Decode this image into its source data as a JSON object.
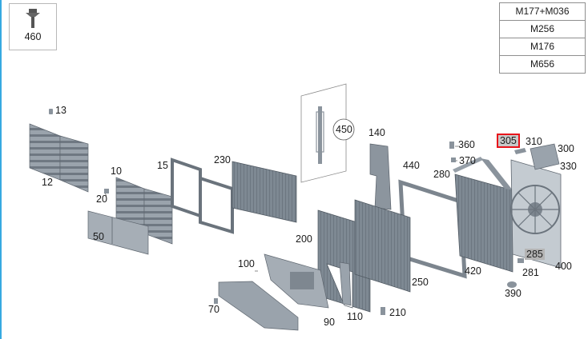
{
  "inset": {
    "part_number": "460",
    "icon": "screw-clip-icon"
  },
  "engine_variants": [
    "M177+M036",
    "M256",
    "M176",
    "M656"
  ],
  "callouts": {
    "c13": "13",
    "c12": "12",
    "c10": "10",
    "c20": "20",
    "c50": "50",
    "c15": "15",
    "c230": "230",
    "c450": "450",
    "c140": "140",
    "c360": "360",
    "c370": "370",
    "c280": "280",
    "c440": "440",
    "c305": "305",
    "c310": "310",
    "c300": "300",
    "c330": "330",
    "c200": "200",
    "c250": "250",
    "c420": "420",
    "c285": "285",
    "c281": "281",
    "c400": "400",
    "c390": "390",
    "c100": "100",
    "c70": "70",
    "c90": "90",
    "c110": "110",
    "c210": "210"
  },
  "colors": {
    "part_fill": "#7a8590",
    "part_dark": "#5e6873",
    "part_light": "#b9c1c9",
    "highlight_red": "#e8141b",
    "highlight_grey": "#b4b4b4",
    "accent_edge": "#36a9e1"
  }
}
